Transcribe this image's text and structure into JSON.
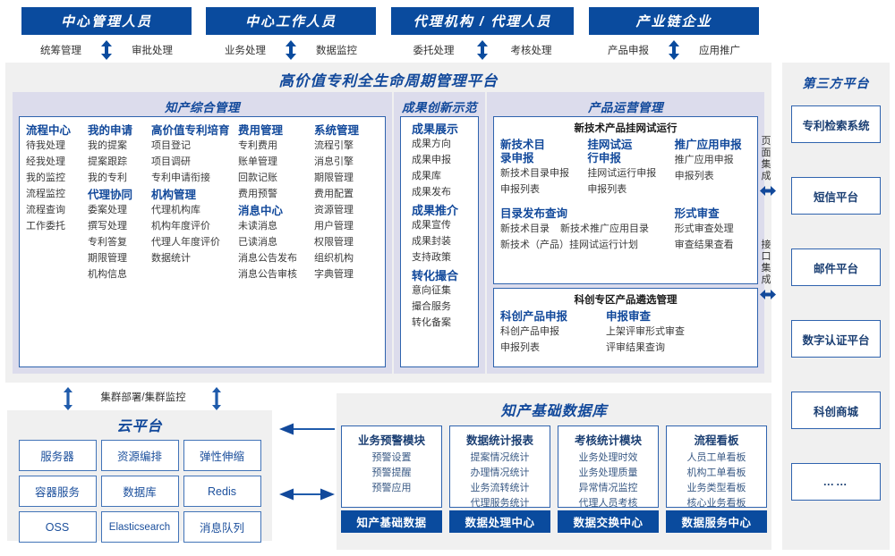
{
  "roles": [
    {
      "title": "中心管理人员",
      "left_label": "统筹管理",
      "right_label": "审批处理"
    },
    {
      "title": "中心工作人员",
      "left_label": "业务处理",
      "right_label": "数据监控"
    },
    {
      "title": "代理机构 / 代理人员",
      "left_label": "委托处理",
      "right_label": "考核处理"
    },
    {
      "title": "产业链企业",
      "left_label": "产品申报",
      "right_label": "应用推广"
    }
  ],
  "platform": {
    "title": "高价值专利全生命周期管理平台",
    "groups": [
      {
        "title": "知产综合管理",
        "columns": [
          {
            "sections": [
              {
                "head": "流程中心",
                "items": [
                  "待我处理",
                  "经我处理",
                  "我的监控",
                  "流程监控",
                  "流程查询",
                  "工作委托"
                ]
              }
            ]
          },
          {
            "sections": [
              {
                "head": "我的申请",
                "items": [
                  "我的提案",
                  "提案跟踪",
                  "我的专利"
                ]
              },
              {
                "head": "代理协同",
                "items": [
                  "委案处理",
                  "撰写处理",
                  "专利答复",
                  "期限管理",
                  "机构信息"
                ]
              }
            ]
          },
          {
            "sections": [
              {
                "head": "高价值专利培育",
                "items": [
                  "项目登记",
                  "项目调研",
                  "专利申请衔接"
                ]
              },
              {
                "head": "机构管理",
                "items": [
                  "代理机构库",
                  "机构年度评价",
                  "代理人年度评价",
                  "数据统计"
                ]
              }
            ]
          },
          {
            "sections": [
              {
                "head": "费用管理",
                "items": [
                  "专利费用",
                  "账单管理",
                  "回款记账",
                  "费用预警"
                ]
              },
              {
                "head": "消息中心",
                "items": [
                  "未读消息",
                  "已读消息",
                  "消息公告发布",
                  "消息公告审核"
                ]
              }
            ]
          },
          {
            "sections": [
              {
                "head": "系统管理",
                "items": [
                  "流程引擎",
                  "消息引擎",
                  "期限管理",
                  "费用配置",
                  "资源管理",
                  "用户管理",
                  "权限管理",
                  "组织机构",
                  "字典管理"
                ]
              }
            ]
          }
        ]
      },
      {
        "title": "成果创新示范",
        "columns": [
          {
            "sections": [
              {
                "head": "成果展示",
                "items": [
                  "成果方向",
                  "成果申报",
                  "成果库",
                  "成果发布"
                ]
              },
              {
                "head": "成果推介",
                "items": [
                  "成果宣传",
                  "成果封装",
                  "支持政策"
                ]
              },
              {
                "head": "转化撮合",
                "items": [
                  "意向征集",
                  "撮合服务",
                  "转化备案"
                ]
              }
            ]
          }
        ]
      }
    ],
    "operations": {
      "title": "产品运营管理",
      "card1": {
        "title": "新技术产品挂网试运行",
        "row1": [
          {
            "head": "新技术目录申报",
            "items": [
              "新技术目录申报",
              "申报列表"
            ]
          },
          {
            "head": "挂网试运行申报",
            "items": [
              "挂网试运行申报",
              "申报列表"
            ]
          },
          {
            "head": "推广应用申报",
            "items": [
              "推广应用申报",
              "申报列表"
            ]
          }
        ],
        "row2_left": {
          "head": "目录发布查询",
          "items": [
            "新技术目录",
            "新技术推广应用目录",
            "新技术（产品）挂网试运行计划"
          ]
        },
        "row2_right": {
          "head": "形式审查",
          "items": [
            "形式审查处理",
            "审查结果查看"
          ]
        }
      },
      "card2": {
        "title": "科创专区产品遴选管理",
        "cols": [
          {
            "head": "科创产品申报",
            "items": [
              "科创产品申报",
              "申报列表"
            ]
          },
          {
            "head": "申报审查",
            "items": [
              "上架评审形式审查",
              "评审结果查询"
            ]
          }
        ]
      }
    }
  },
  "integration": {
    "page_label": "页面集成",
    "api_label": "接口集成"
  },
  "third_party": {
    "title": "第三方平台",
    "items": [
      "专利检索系统",
      "短信平台",
      "邮件平台",
      "数字认证平台",
      "科创商城",
      "……"
    ]
  },
  "cloud": {
    "cluster_label": "集群部署/集群监控",
    "title": "云平台",
    "cells": [
      "服务器",
      "资源编排",
      "弹性伸缩",
      "容器服务",
      "数据库",
      "Redis",
      "OSS",
      "Elasticsearch",
      "消息队列"
    ]
  },
  "database": {
    "title": "知产基础数据库",
    "cards": [
      {
        "head": "业务预警模块",
        "items": [
          "预警设置",
          "预警提醒",
          "预警应用"
        ],
        "foot": "知产基础数据"
      },
      {
        "head": "数据统计报表",
        "items": [
          "提案情况统计",
          "办理情况统计",
          "业务流转统计",
          "代理服务统计"
        ],
        "foot": "数据处理中心"
      },
      {
        "head": "考核统计模块",
        "items": [
          "业务处理时效",
          "业务处理质量",
          "异常情况监控",
          "代理人员考核"
        ],
        "foot": "数据交换中心"
      },
      {
        "head": "流程看板",
        "items": [
          "人员工单看板",
          "机构工单看板",
          "业务类型看板",
          "核心业务看板"
        ],
        "foot": "数据服务中心"
      }
    ]
  },
  "colors": {
    "brand_blue": "#0a4b9e",
    "accent_blue": "#12499b",
    "panel_gray": "#f0f0f0",
    "group_lavender": "#dcdcec",
    "card_border": "#2f63ae"
  }
}
